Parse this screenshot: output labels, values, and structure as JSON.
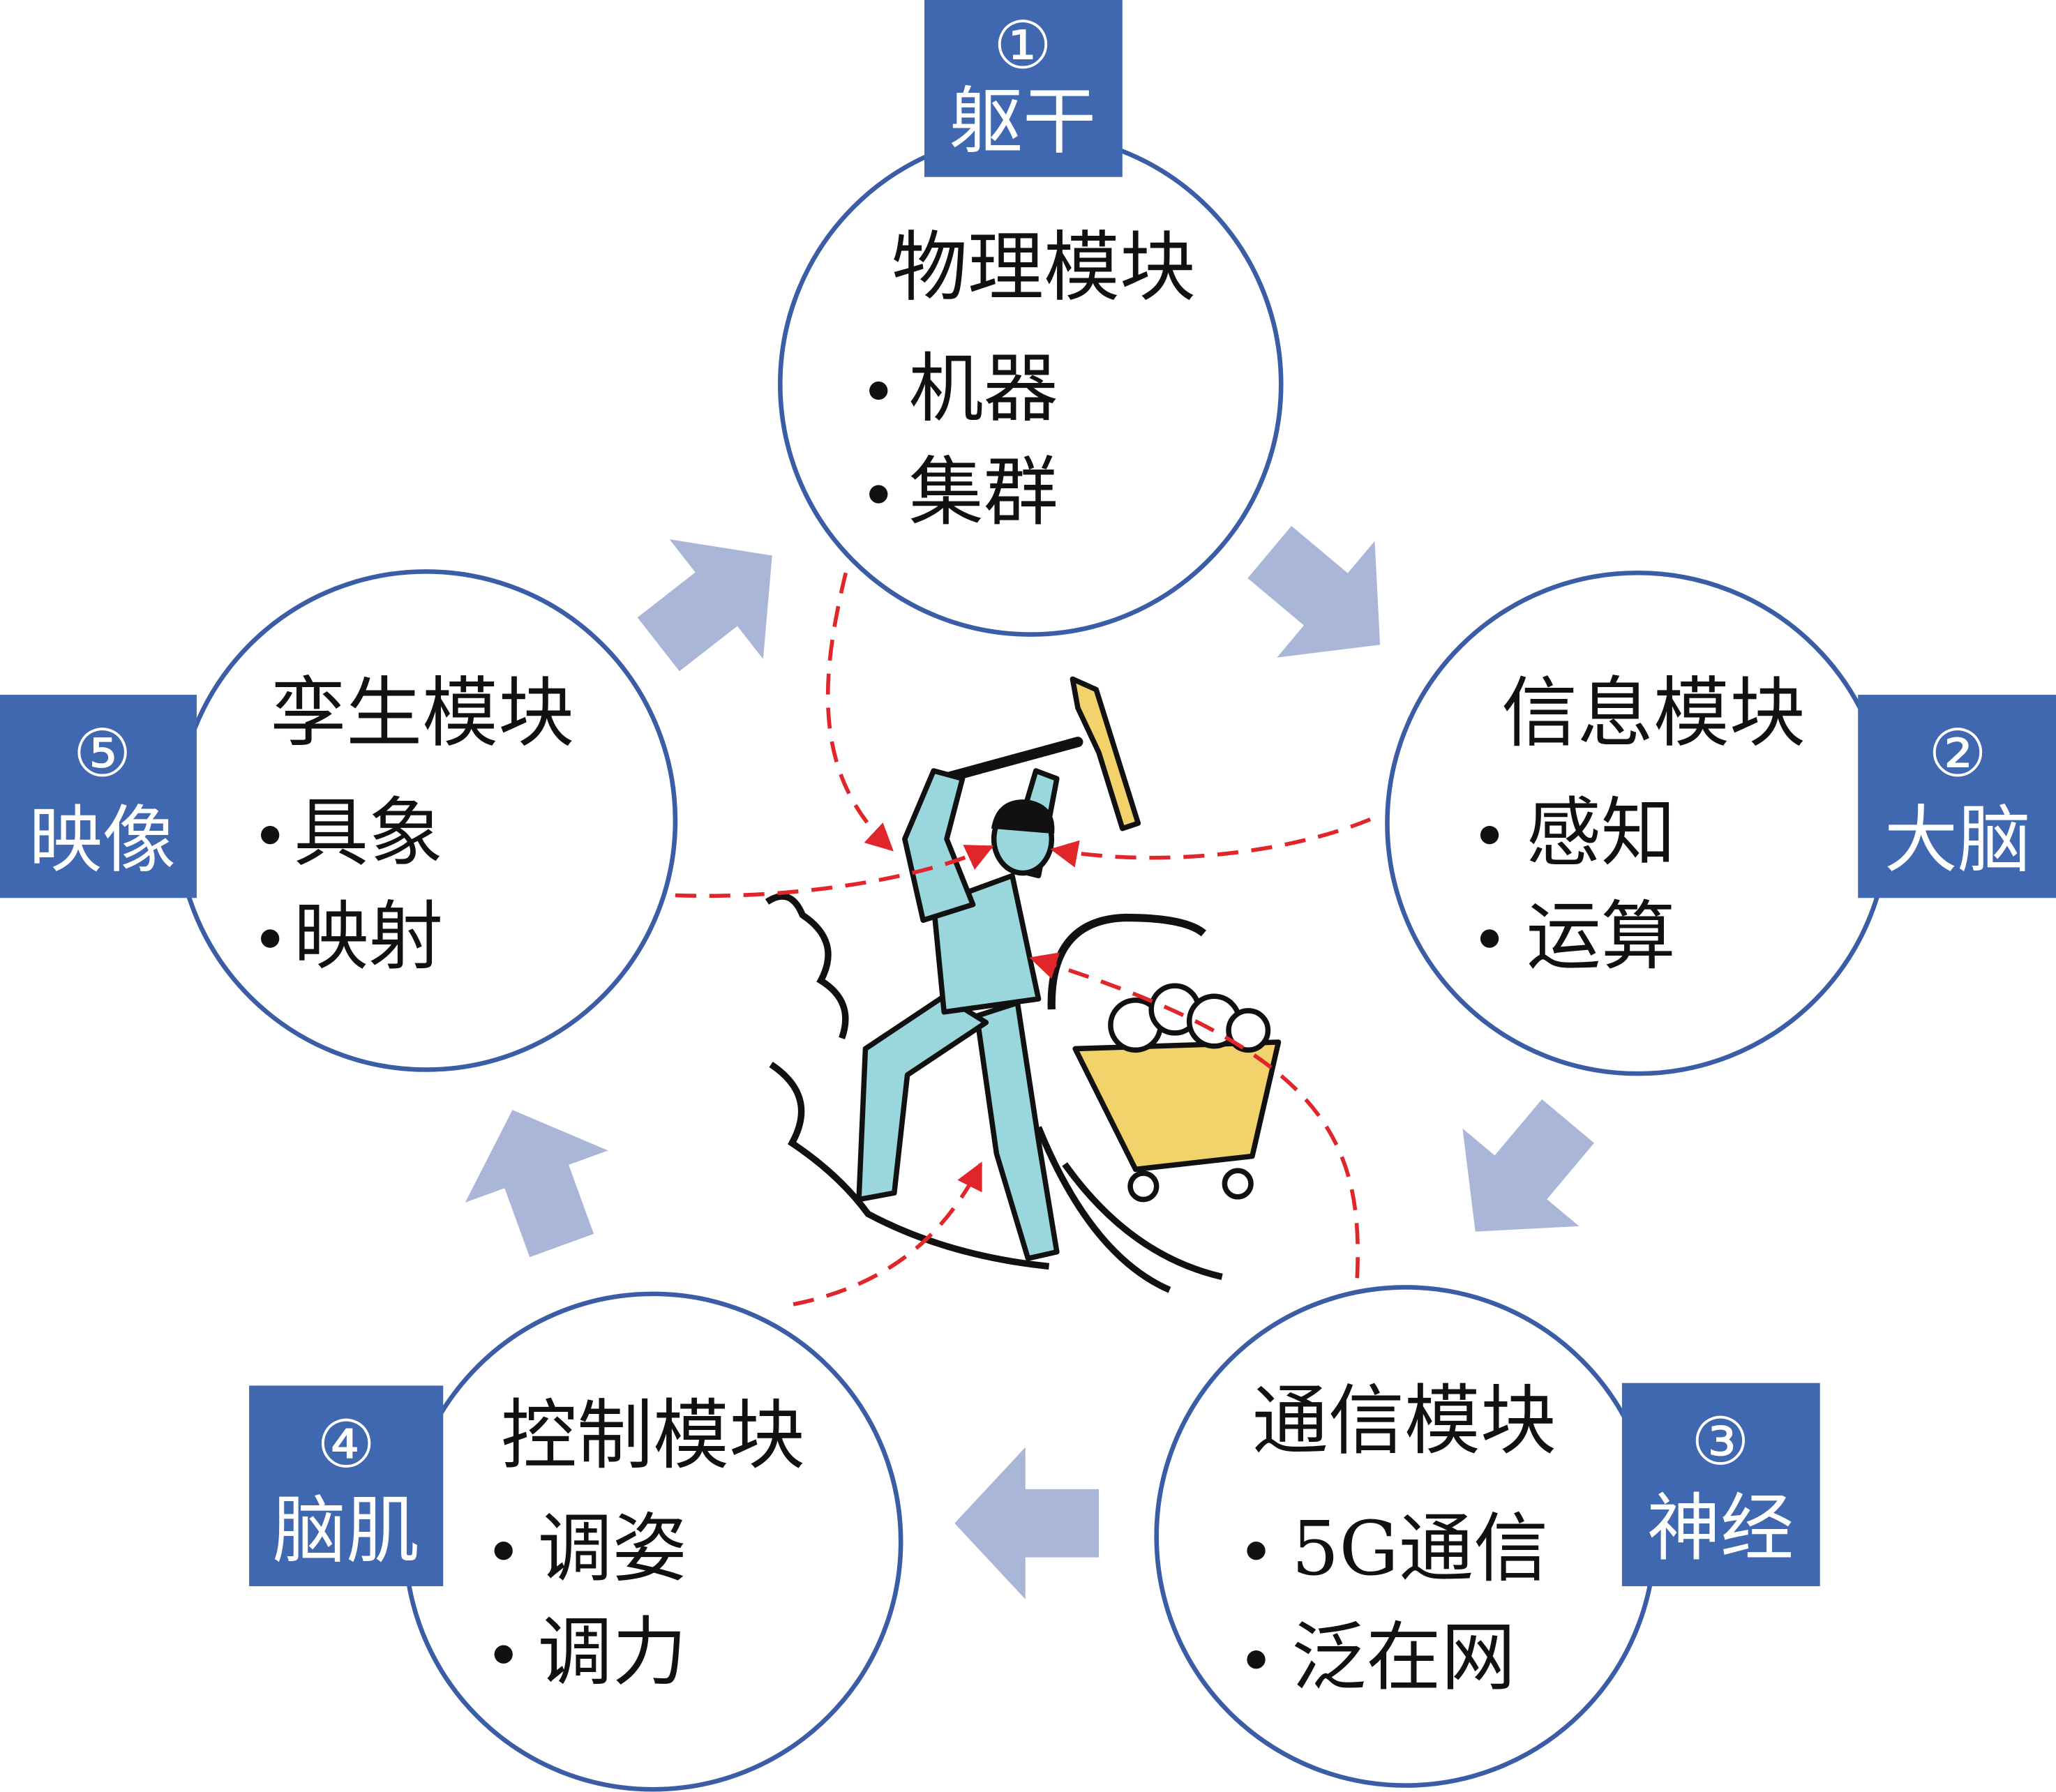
{
  "modules": [
    {
      "tag_number": "①",
      "tag_label": "躯干",
      "title": "物理模块",
      "items": [
        "机器",
        "集群"
      ]
    },
    {
      "tag_number": "②",
      "tag_label": "大脑",
      "title": "信息模块",
      "items": [
        "感知",
        "运算"
      ]
    },
    {
      "tag_number": "③",
      "tag_label": "神经",
      "title": "通信模块",
      "items": [
        "5G通信",
        "泛在网"
      ]
    },
    {
      "tag_number": "④",
      "tag_label": "脑肌",
      "title": "控制模块",
      "items": [
        "调姿",
        "调力"
      ]
    },
    {
      "tag_number": "⑤",
      "tag_label": "映像",
      "title": "孪生模块",
      "items": [
        "具象",
        "映射"
      ]
    }
  ],
  "colors": {
    "circle_stroke": "#3b5da6",
    "tag_fill": "#4068b0",
    "flow_arrow": "#a9b6d7",
    "link_line": "#e1262b",
    "figure_body": "#9ad7dc",
    "figure_accent": "#f2d36b"
  }
}
